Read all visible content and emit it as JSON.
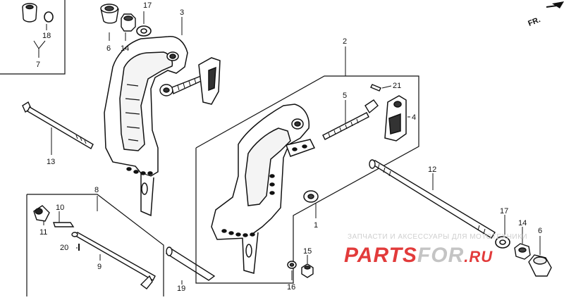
{
  "diagram": {
    "direction_label": "FR.",
    "part_numbers": {
      "p1": "1",
      "p2": "2",
      "p3": "3",
      "p4": "4",
      "p5": "5",
      "p6a": "6",
      "p6b": "6",
      "p7": "7",
      "p8": "8",
      "p9": "9",
      "p10": "10",
      "p11": "11",
      "p12": "12",
      "p13": "13",
      "p14a": "14",
      "p14b": "14",
      "p15": "15",
      "p16": "16",
      "p17a": "17",
      "p17b": "17",
      "p18": "18",
      "p19": "19",
      "p20": "20",
      "p21": "21"
    }
  },
  "watermark": {
    "caption": "ЗАПЧАСТИ И АКСЕССУАРЫ ДЛЯ МОТОТЕХНИКИ",
    "brand_red": "PARTS",
    "brand_grey": "FOR",
    "brand_suffix": ".RU",
    "colors": {
      "red": "#e23b3b",
      "grey": "#c4c4c4"
    }
  }
}
